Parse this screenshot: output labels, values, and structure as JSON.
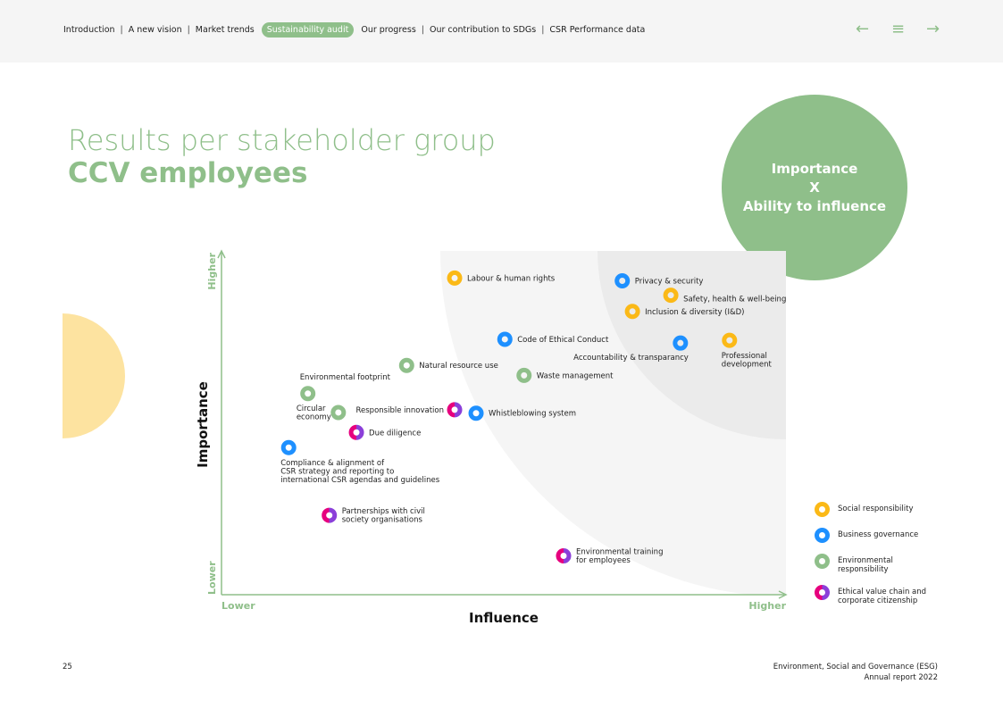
{
  "nav": {
    "items": [
      "Introduction",
      "A new vision",
      "Market trends",
      "Sustainability audit",
      "Our progress",
      "Our contribution to SDGs",
      "CSR Performance data"
    ],
    "active": "Sustainability audit",
    "prev_icon": "arrow-left-icon",
    "menu_icon": "menu-icon",
    "next_icon": "arrow-right-icon"
  },
  "title": "Results per stakeholder group",
  "subtitle": "CCV employees",
  "badge": {
    "line1": "Importance",
    "line2": "X",
    "line3": "Ability to influence"
  },
  "colors": {
    "social": "#fbb917",
    "business": "#1e90ff",
    "environmental": "#8fbf8a",
    "ethical_a": "#e6007e",
    "ethical_b": "#8b3fd9",
    "accent": "#8fbf8a"
  },
  "chart_data": {
    "type": "scatter",
    "xlabel": "Influence",
    "ylabel": "Importance",
    "x_ticks": {
      "low": "Lower",
      "high": "Higher"
    },
    "y_ticks": {
      "low": "Lower",
      "high": "Higher"
    },
    "xlim": [
      0,
      100
    ],
    "ylim": [
      0,
      100
    ],
    "points": [
      {
        "label": [
          "Labour & human rights"
        ],
        "cat": "social",
        "x": 41.3,
        "y": 92.1,
        "pos": "right"
      },
      {
        "label": [
          "Privacy & security"
        ],
        "cat": "business",
        "x": 71.0,
        "y": 91.3,
        "pos": "right"
      },
      {
        "label": [
          "Safety, health & well-being"
        ],
        "cat": "social",
        "x": 79.6,
        "y": 87.1,
        "pos": "rightlow"
      },
      {
        "label": [
          "Inclusion & diversity (I&D)"
        ],
        "cat": "social",
        "x": 72.8,
        "y": 82.4,
        "pos": "right"
      },
      {
        "label": [
          "Code of Ethical Conduct"
        ],
        "cat": "business",
        "x": 50.2,
        "y": 74.3,
        "pos": "right"
      },
      {
        "label": [
          "Accountability & transparancy"
        ],
        "cat": "business",
        "x": 81.3,
        "y": 73.2,
        "pos": "belowleft"
      },
      {
        "label": [
          "Professional",
          "development"
        ],
        "cat": "social",
        "x": 90.0,
        "y": 74.0,
        "pos": "below"
      },
      {
        "label": [
          "Natural resource use"
        ],
        "cat": "environmental",
        "x": 32.8,
        "y": 66.7,
        "pos": "right"
      },
      {
        "label": [
          "Waste management"
        ],
        "cat": "environmental",
        "x": 53.6,
        "y": 63.8,
        "pos": "right"
      },
      {
        "label": [
          "Environmental footprint"
        ],
        "cat": "environmental",
        "x": 15.3,
        "y": 58.5,
        "pos": "above"
      },
      {
        "label": [
          "Circular",
          "economy"
        ],
        "cat": "environmental",
        "x": 20.7,
        "y": 53.0,
        "pos": "left"
      },
      {
        "label": [
          "Responsible innovation"
        ],
        "cat": "ethical",
        "x": 41.3,
        "y": 53.8,
        "pos": "left"
      },
      {
        "label": [
          "Whistleblowing system"
        ],
        "cat": "business",
        "x": 45.1,
        "y": 52.8,
        "pos": "right"
      },
      {
        "label": [
          "Due diligence"
        ],
        "cat": "ethical",
        "x": 23.9,
        "y": 47.2,
        "pos": "right"
      },
      {
        "label": [
          "Compliance & alignment of",
          "CSR strategy and reporting to",
          "international CSR agendas and guidelines"
        ],
        "cat": "business",
        "x": 11.9,
        "y": 42.8,
        "pos": "below"
      },
      {
        "label": [
          "Partnerships with civil",
          "society organisations"
        ],
        "cat": "ethical",
        "x": 19.1,
        "y": 23.1,
        "pos": "right"
      },
      {
        "label": [
          "Environmental training",
          "for employees"
        ],
        "cat": "ethical",
        "x": 60.6,
        "y": 11.3,
        "pos": "right"
      }
    ],
    "legend": [
      {
        "cat": "social",
        "label": "Social responsibility"
      },
      {
        "cat": "business",
        "label": "Business governance"
      },
      {
        "cat": "environmental",
        "label": "Environmental responsibility"
      },
      {
        "cat": "ethical",
        "label": "Ethical value chain and corporate citizenship"
      }
    ]
  },
  "footer": {
    "page": "25",
    "line1": "Environment, Social and Governance (ESG)",
    "line2": "Annual report 2022"
  }
}
